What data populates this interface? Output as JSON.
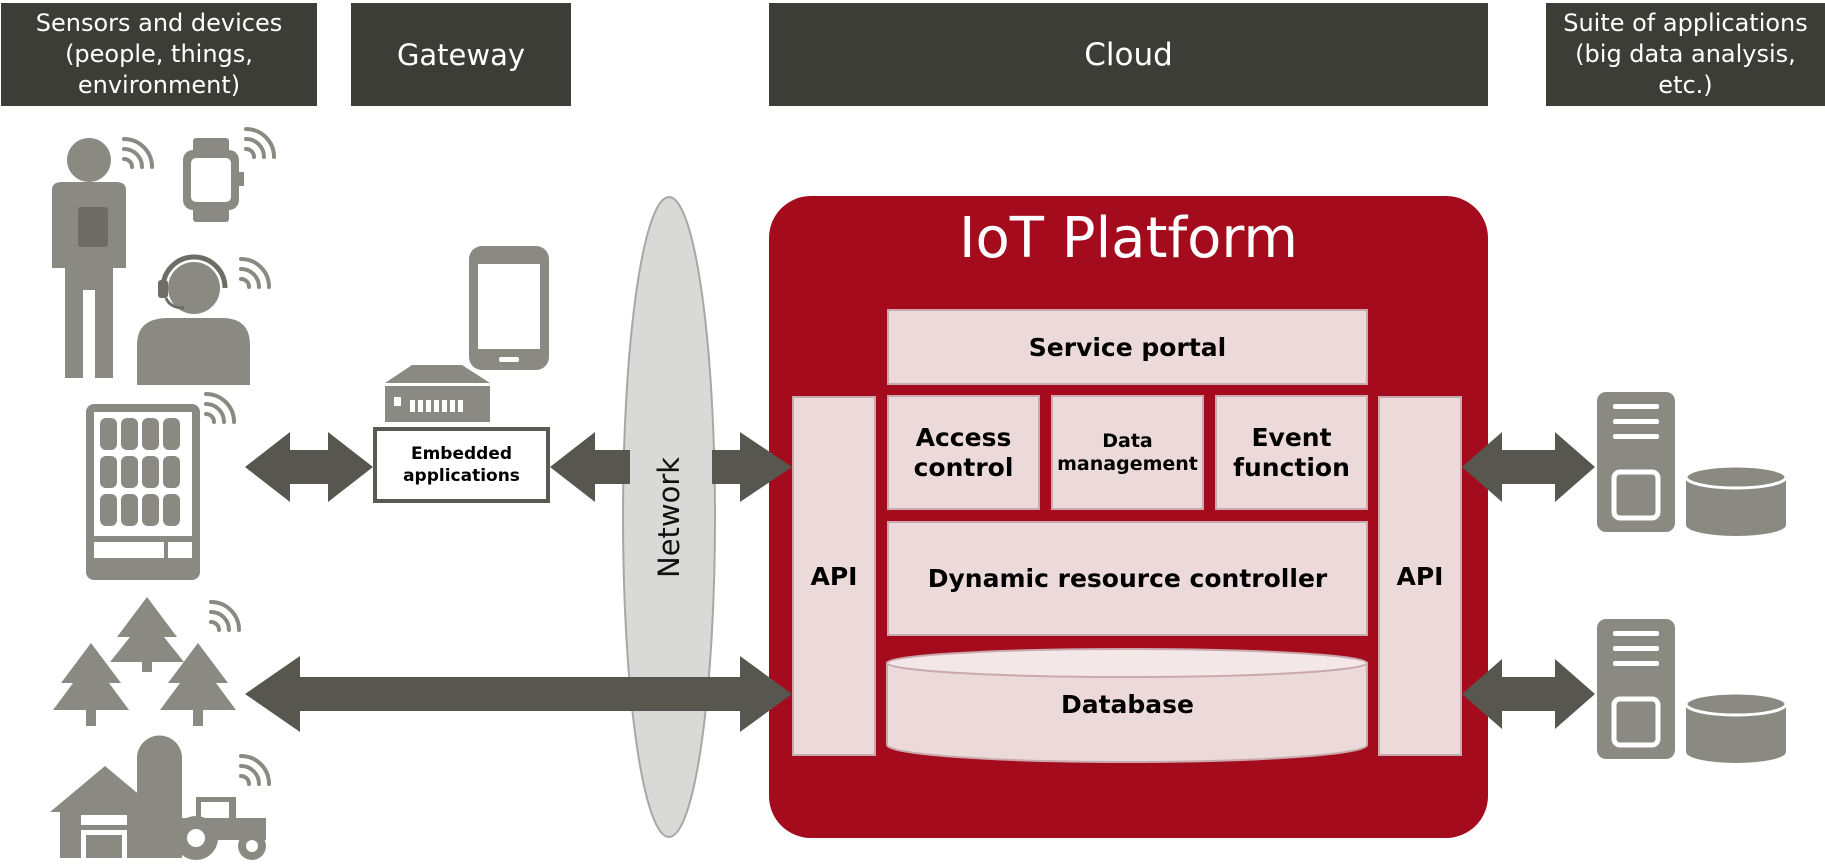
{
  "headers": {
    "sensors": "Sensors and devices\n(people, things,\nenvironment)",
    "gateway": "Gateway",
    "cloud": "Cloud",
    "suite": "Suite of applications\n(big data analysis,\netc.)"
  },
  "gateway": {
    "embedded_label": "Embedded\napplications"
  },
  "network": {
    "label": "Network"
  },
  "platform": {
    "title": "IoT Platform",
    "service_portal": "Service portal",
    "access_control": "Access\ncontrol",
    "data_management": "Data\nmanagement",
    "event_function": "Event\nfunction",
    "dynamic_resource_controller": "Dynamic resource controller",
    "database": "Database",
    "api_left": "API",
    "api_right": "API"
  },
  "colors": {
    "header_bg": "#3d3d37",
    "platform_red": "#a40b1c",
    "box_pink": "#ecd9da",
    "icon_gray": "#8a8a82",
    "arrow_dark": "#57574f",
    "network_gray": "#d9d9d7"
  },
  "icons": [
    "person-icon",
    "smartwatch-icon",
    "headset-person-icon",
    "vending-machine-icon",
    "trees-icon",
    "farm-icon",
    "tractor-icon",
    "tablet-icon",
    "gateway-device-icon",
    "server-icon",
    "database-icon",
    "wireless-signal-icon"
  ]
}
